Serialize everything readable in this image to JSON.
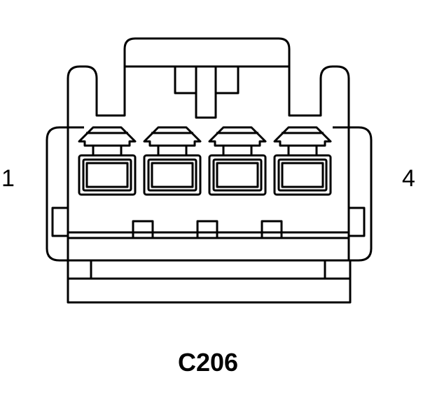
{
  "diagram": {
    "pin_first_label": "1",
    "pin_last_label": "4",
    "connector_id": "C206",
    "pin_count": 4,
    "stroke_color": "#000000",
    "fill_color": "#ffffff"
  }
}
